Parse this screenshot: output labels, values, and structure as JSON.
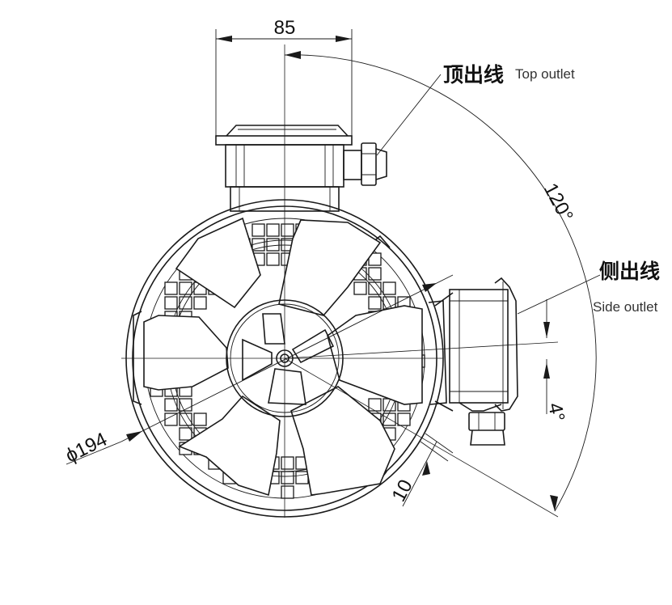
{
  "dimensions": {
    "width_top": "85",
    "diameter": "ϕ194",
    "angle_top": "120°",
    "angle_side": "4°",
    "offset": "10"
  },
  "labels": {
    "top_outlet_cn": "顶出线",
    "top_outlet_en": "Top outlet",
    "side_outlet_cn": "侧出线",
    "side_outlet_en": "Side outlet"
  },
  "colors": {
    "line": "#1a1a1a",
    "background": "#ffffff"
  }
}
